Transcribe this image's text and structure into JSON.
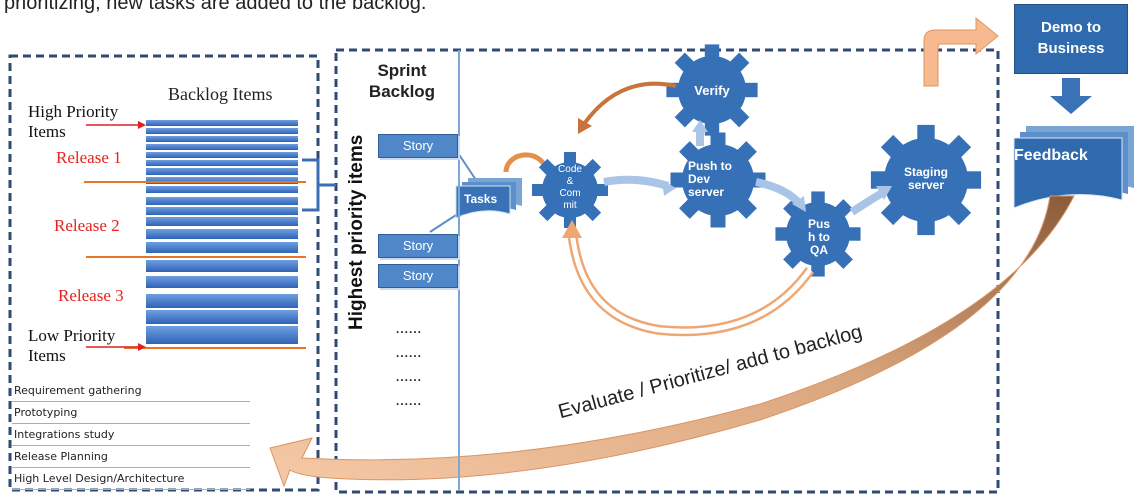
{
  "top_text": "prioritizing, new tasks are added to the backlog.",
  "backlog": {
    "title": "Backlog Items",
    "high_priority": "High Priority\nItems",
    "low_priority": "Low Priority\nItems",
    "releases": [
      "Release 1",
      "Release 2",
      "Release 3"
    ]
  },
  "planning_tasks": [
    "Requirement gathering",
    "Prototyping",
    "Integrations study",
    "Release Planning",
    "High Level Design/Architecture"
  ],
  "sprint": {
    "title": "Sprint\nBacklog",
    "side_label": "Highest priority items",
    "stories": [
      "Story",
      "Story",
      "Story"
    ],
    "dots": [
      "......",
      "......",
      "......",
      "......"
    ]
  },
  "flow": {
    "tasks": "Tasks",
    "code_commit": "Code\n&\nCom\nmit",
    "verify": "Verify",
    "push_dev": "Push to\nDev\nserver",
    "push_qa": "Pus\nh to\nQA",
    "staging": "Staging\nserver"
  },
  "evaluate": "Evaluate / Prioritize/ add to backlog",
  "demo": "Demo to\nBusiness",
  "feedback": "Feedback",
  "colors": {
    "accent_blue": "#2e6aad",
    "release_red": "#e8201f",
    "release_line": "#e8742a",
    "arrow_orange": "#f4b183",
    "dash_border": "#2f4a73"
  }
}
